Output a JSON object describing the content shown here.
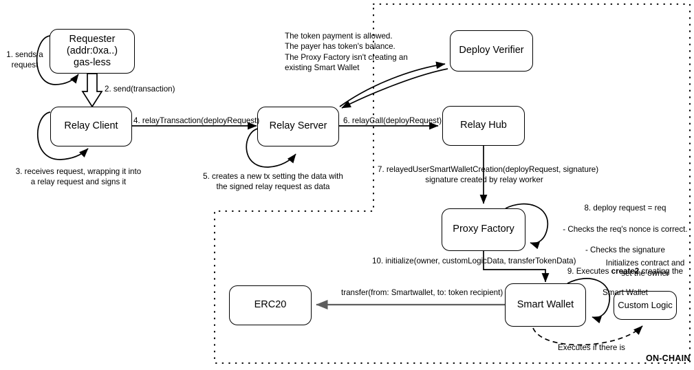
{
  "diagram": {
    "title_label": "ON-CHAIN",
    "nodes": {
      "requester": {
        "name": "Requester",
        "line2": "(addr:0xa..)",
        "line3": "gas-less"
      },
      "relay_client": {
        "name": "Relay Client"
      },
      "relay_server": {
        "name": "Relay Server"
      },
      "deploy_verifier": {
        "name": "Deploy Verifier"
      },
      "relay_hub": {
        "name": "Relay Hub"
      },
      "proxy_factory": {
        "name": "Proxy Factory"
      },
      "smart_wallet": {
        "name": "Smart Wallet"
      },
      "erc20": {
        "name": "ERC20"
      },
      "custom_logic": {
        "name": "Custom Logic"
      }
    },
    "labels": {
      "step1": "1. sends a\nrequest",
      "step2": "2. send(transaction)",
      "step3": "3. receives request, wrapping it into\na relay request and signs it",
      "step4": "4. relayTransaction(deployRequest)",
      "step5": "5. creates a new tx setting the data with\nthe signed relay request as data",
      "step6": "6. relayCall(deployRequest)",
      "step7": "7. relayedUserSmartWalletCreation(deployRequest, signature)\nsignature created by relay worker",
      "verifier_note": "The token payment is allowed.\nThe payer has token's balance.\nThe Proxy Factory isn't creating an\nexisting Smart Wallet",
      "step8_line1": "8. deploy request = req",
      "step8_line2": "- Checks the req's nonce is correct.",
      "step8_line3": "- Checks the signature",
      "step9_pre": "9. Executes ",
      "step9_bold": "create2",
      "step9_post": " creating the",
      "step9_line2": "Smart Wallet",
      "step10": "10. initialize(owner, customLogicData, transferTokenData)",
      "transfer": "transfer(from: Smartwallet, to: token recipient)",
      "initializes_note": "Initializes contract and\nset the owner",
      "executes_note": "Executes if there is"
    },
    "colors": {
      "stroke": "#000000",
      "transfer_arrow": "#5e5e5e",
      "background": "#ffffff"
    }
  }
}
